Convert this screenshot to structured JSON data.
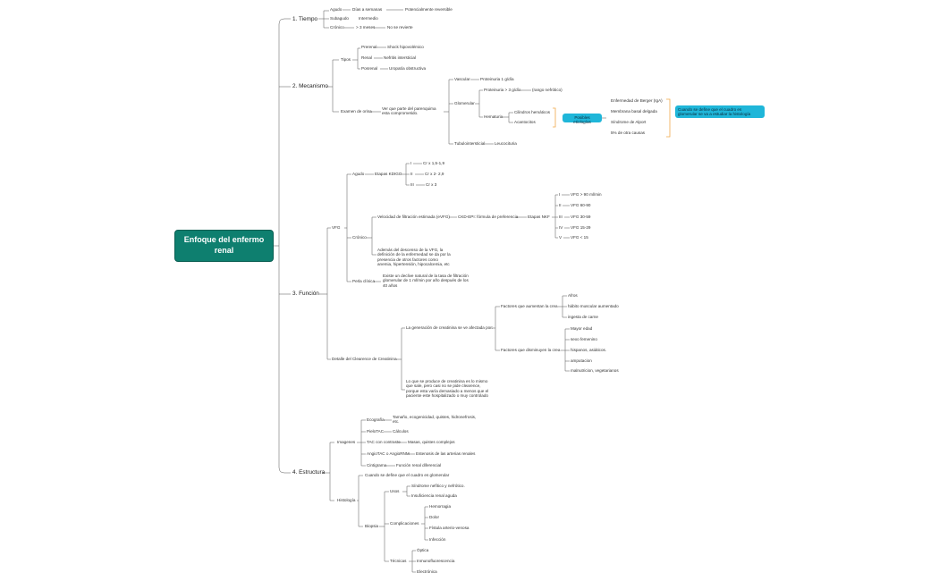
{
  "colors": {
    "root_bg": "#0e7f6f",
    "highlight": "#1fb6d9",
    "bracket": "#f0a94a"
  },
  "root": "Enfoque del enfermo renal",
  "tiempo": {
    "title": "1. Tiempo",
    "agudo": "Agudo",
    "agudo_d": "Días a semanas",
    "agudo_d2": "Potencialmente reversible",
    "subagudo": "Subagudo",
    "subagudo_d": "Intermedio",
    "cronico": "Crónico",
    "cronico_d": "> 3 meses",
    "cronico_d2": "No se revierte"
  },
  "mecanismo": {
    "title": "2. Mecanismo",
    "tipos": "Tipos",
    "prerenal": "Prerenal",
    "prerenal_d": "Shock hipovolémico",
    "renal": "Renal",
    "renal_d": "Nefritis intersticial",
    "posrenal": "Posrenal",
    "posrenal_d": "Uropatía obstructiva",
    "examen": "Examen de orina",
    "examen_d": "Ver que parte del parenquima esta comprometido.",
    "vascular": "Vascular",
    "vascular_d": "Proteinuria 1 g/día",
    "glomerular": "Glomerular",
    "proteinuria": "Proteinuria > 3 g/día",
    "proteinuria_d": "(rango nefrótico)",
    "hematuria": "Hematuria",
    "cilindros": "Cilindros hemáticos",
    "acantocitos": "Acantocitos",
    "posibles": "Posibles etiologías",
    "etio": [
      "Enfermedad de Berger (IgA)",
      "Membrana basal delgada",
      "Síndrome de Alport",
      "5% de otra causas"
    ],
    "nota": "Cuando se define que el cuadro es glomerular se va a estudiar la histología",
    "tubulo": "Tubulointersticial",
    "tubulo_d": "Leucocituria"
  },
  "funcion": {
    "title": "3. Función",
    "vfg": "VFG",
    "agudo": "Agudo",
    "kdigo": "Etapas KDIGO",
    "kdigo_i": "I",
    "kdigo_i_v": "Cr x 1,5-1,9",
    "kdigo_ii": "II",
    "kdigo_ii_v": "Cr x 2- 2,9",
    "kdigo_iii": "III",
    "kdigo_iii_v": "Cr x 3",
    "cronico": "Crónico",
    "vel": "Velocidad de filtración estimada (eVFG)",
    "ckd": "CKD-EPI: fórmula de preferencia",
    "nkf": "Etapas NKF",
    "nkf_i": "I",
    "nkf_i_v": "VFG > 90 ml/min",
    "nkf_ii": "II",
    "nkf_ii_v": "VFG 60-90",
    "nkf_iii": "III",
    "nkf_iii_v": "VFG 30-59",
    "nkf_iv": "IV",
    "nkf_iv_v": "VFG 15-29",
    "nkf_v": "V",
    "nkf_v_v": "VFG < 15",
    "ademas": "Además del descenso de la VFG, la definición de la enfermedad se da por la presencia de otros factores como anemia, hipertensión, hipocalcemia, etc",
    "perla": "Perla clínica",
    "perla_d": "Existe un declive natural de la tasa de filtración glomerular de 1 ml/min por año después de los 40 años",
    "detalle": "Detalle del Clearence de Creatinina",
    "generacion": "La generación de creatinina se ve afectada por:",
    "aumentan": "Factores que aumentan la crea",
    "aum_items": [
      "Afros",
      "hábito muscular aumentado",
      "ingesta de carne"
    ],
    "disminuyen": "Factores que disminuyen la crea",
    "dis_items": [
      "Mayor edad",
      "sexo femenino",
      "hispanos, asiáticos.",
      "amputacion",
      "malnutricion, vegetarianos"
    ],
    "loque": "Lo que se produce de creatinina es lo mismo que sale, pero casi no se pide clearence, porque esta varía demasiado a menos que el paciente este hospitalizado o muy controlado"
  },
  "estructura": {
    "title": "4. Estructura",
    "imagenes": "Imagenes",
    "eco": "Ecografía",
    "eco_d": "Tamaño, ecogenicidad, quistes, hidronefrosis, etc.",
    "pielo": "PieloTAC",
    "pielo_d": "Cálculos",
    "tac": "TAC con contraste",
    "tac_d": "Masas, quistes complejos",
    "angio": "AngioTAC o AngioRNM",
    "angio_d": "Estenosis de las arterias renales",
    "cinti": "Cintigrama",
    "cinti_d": "Función renal diferencial",
    "histo": "Histología",
    "histo_d": "Cuando se define que el cuadro es glomerular",
    "biopsia": "Biopsia",
    "usos": "Usos",
    "usos_a": "Síndrome nefítico y nefrótico.",
    "usos_b": "Insuficiencia renal aguda",
    "compl": "Complicaciones",
    "compl_items": [
      "Hemorragia",
      "Dolor",
      "Fístula arterio-venosa",
      "Infección"
    ],
    "tecnicas": "Técnicas",
    "tec_items": [
      "Óptica",
      "Inmunofluorescencia",
      "Electrónica"
    ]
  }
}
